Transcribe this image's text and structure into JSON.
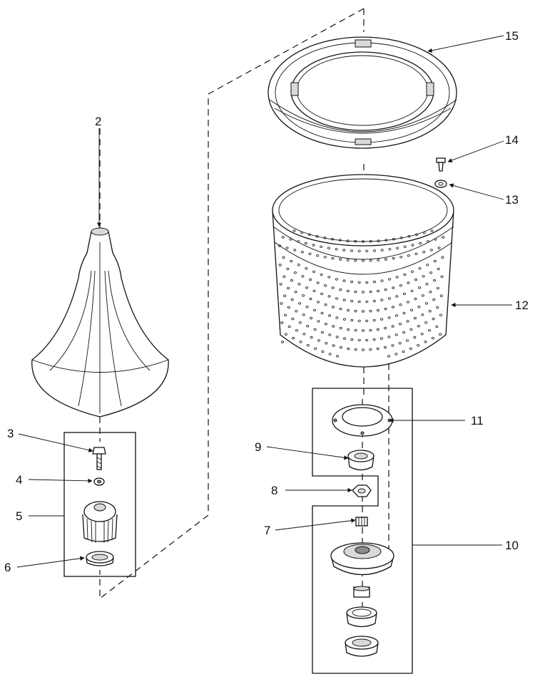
{
  "callouts": [
    {
      "id": "2",
      "label": "2"
    },
    {
      "id": "3",
      "label": "3"
    },
    {
      "id": "4",
      "label": "4"
    },
    {
      "id": "5",
      "label": "5"
    },
    {
      "id": "6",
      "label": "6"
    },
    {
      "id": "7",
      "label": "7"
    },
    {
      "id": "8",
      "label": "8"
    },
    {
      "id": "9",
      "label": "9"
    },
    {
      "id": "10",
      "label": "10"
    },
    {
      "id": "11",
      "label": "11"
    },
    {
      "id": "12",
      "label": "12"
    },
    {
      "id": "13",
      "label": "13"
    },
    {
      "id": "14",
      "label": "14"
    },
    {
      "id": "15",
      "label": "15"
    }
  ]
}
